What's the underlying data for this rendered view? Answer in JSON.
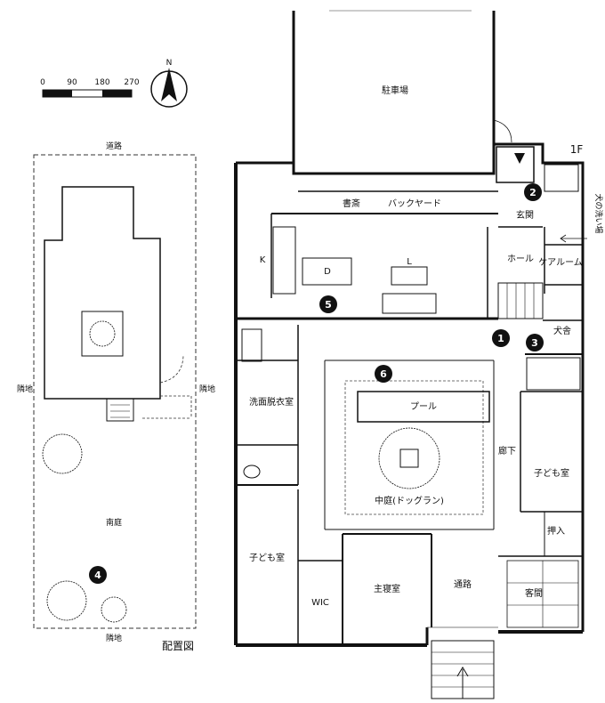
{
  "scale": {
    "ticks": [
      "0",
      "90",
      "180",
      "270"
    ]
  },
  "compass": {
    "label": "N"
  },
  "site_plan": {
    "title": "配置図",
    "road": "道路",
    "south_garden": "南庭",
    "neighbor_left": "隣地",
    "neighbor_right": "隣地",
    "neighbor_bottom": "隣地"
  },
  "floor": {
    "level": "1F",
    "rooms": {
      "parking": "駐車場",
      "study": "書斎",
      "backyard": "バックヤード",
      "entrance": "玄関",
      "hall": "ホール",
      "care_room": "ケアルーム",
      "dog_wash": "犬の洗い場",
      "kennel": "犬舎",
      "kitchen": "K",
      "dining": "D",
      "living": "L",
      "washroom": "洗面脱衣室",
      "pool": "プール",
      "courtyard": "中庭(ドッグラン)",
      "corridor": "廊下",
      "kids_room_right": "子ども室",
      "closet": "押入",
      "guest_room": "客間",
      "kids_room_left": "子ども室",
      "wic": "WIC",
      "master_bedroom": "主寝室",
      "passage": "通路"
    }
  },
  "markers": [
    {
      "id": "m1",
      "label": "1"
    },
    {
      "id": "m2",
      "label": "2"
    },
    {
      "id": "m3",
      "label": "3"
    },
    {
      "id": "m4",
      "label": "4"
    },
    {
      "id": "m5",
      "label": "5"
    },
    {
      "id": "m6",
      "label": "6"
    }
  ]
}
